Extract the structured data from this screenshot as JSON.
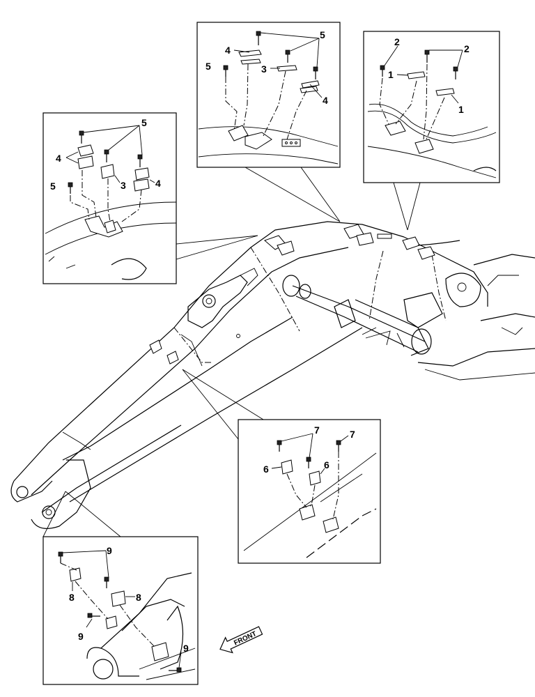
{
  "diagram": {
    "direction_label": "FRONT",
    "callouts": {
      "top_right": [
        "2",
        "2",
        "1",
        "1"
      ],
      "top_center": [
        "5",
        "4",
        "5",
        "3",
        "4"
      ],
      "left": [
        "5",
        "4",
        "3",
        "4",
        "5"
      ],
      "lower_right": [
        "7",
        "7",
        "6",
        "6"
      ],
      "bottom_left": [
        "9",
        "8",
        "8",
        "9",
        "9"
      ]
    }
  }
}
